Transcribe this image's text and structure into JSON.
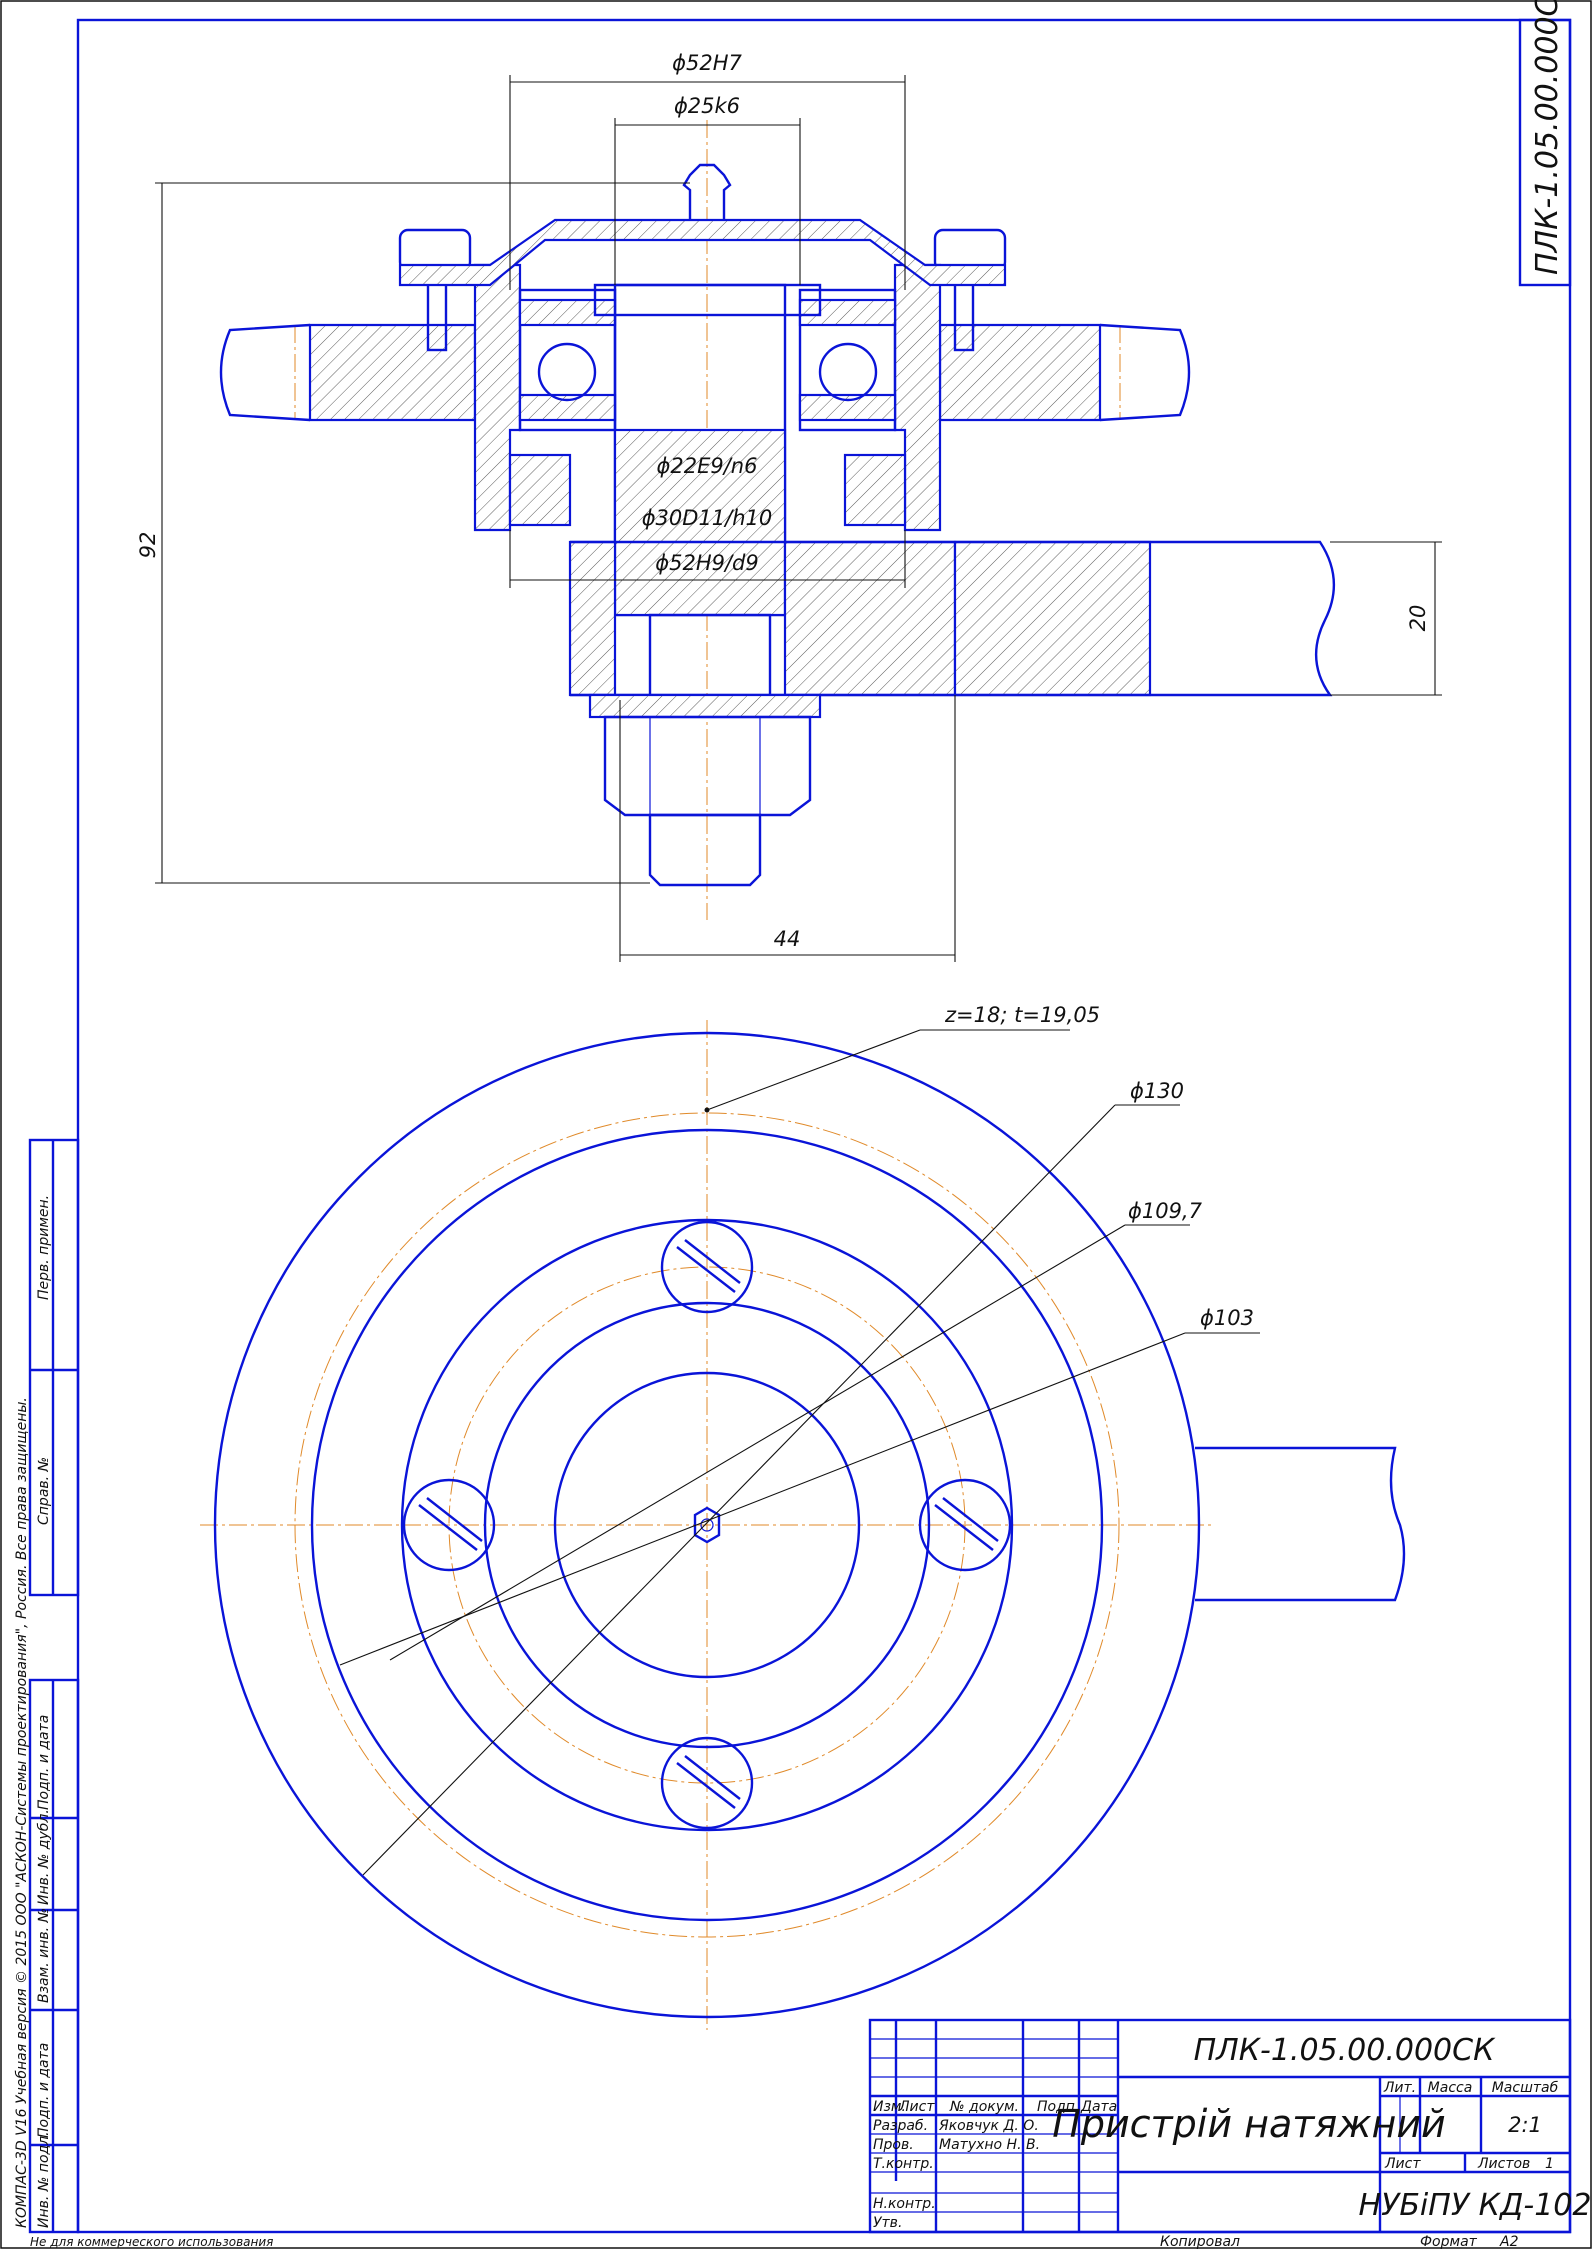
{
  "drawing": {
    "designation": "ПЛК-1.05.00.000СК",
    "title": "Пристрій натяжний",
    "organization": "НУБіПУ КД-102",
    "scale": "2:1",
    "sheet_label": "Лист",
    "sheets_label": "Листов",
    "sheets_count": "1",
    "lit_label": "Лит.",
    "mass_label": "Масса",
    "scale_label": "Масштаб",
    "copied_label": "Копировал",
    "format_label": "Формат",
    "format_value": "A2",
    "not_commercial": "Не для коммерческого использования",
    "software_notice": "КОМПАС-3D V16 Учебная версия  © 2015 ООО \"АСКОН-Системы проектирования\", Россия. Все права защищены."
  },
  "stamp": {
    "columns": [
      "Изм.",
      "Лист",
      "№ докум.",
      "Подп.",
      "Дата"
    ],
    "rows": [
      {
        "role": "Разраб.",
        "name": "Яковчук Д. О."
      },
      {
        "role": "Пров.",
        "name": "Матухно Н. В."
      },
      {
        "role": "Т.контр.",
        "name": ""
      },
      {
        "role": "",
        "name": ""
      },
      {
        "role": "Н.контр.",
        "name": ""
      },
      {
        "role": "Утв.",
        "name": ""
      }
    ]
  },
  "side_strip": [
    "Перв. примен.",
    "Справ. №",
    "Подп. и дата",
    "Инв. № дубл.",
    "Взам. инв. №",
    "Подп. и дата",
    "Инв. № подл."
  ],
  "dimensions": {
    "d52H7": "ϕ52H7",
    "d25k6": "ϕ25k6",
    "h92": "92",
    "d22": "ϕ22E9/n6",
    "d30": "ϕ30D11/h10",
    "d52H9": "ϕ52H9/d9",
    "w44": "44",
    "h20": "20",
    "sprocket": "z=18; t=19,05",
    "d130": "ϕ130",
    "d109": "ϕ109,7",
    "d103": "ϕ103"
  }
}
